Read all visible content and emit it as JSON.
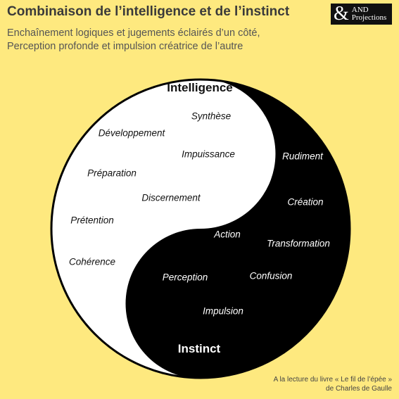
{
  "header": {
    "title": "Combinaison de l’intelligence et de l’instinct",
    "subtitle_line1": "Enchaînement logiques et jugements éclairés d’un côté,",
    "subtitle_line2": "Perception profonde et impulsion créatrice de l’autre"
  },
  "logo": {
    "symbol": "&",
    "line1": "AND",
    "line2": "Projections"
  },
  "diagram": {
    "top_label": "Intelligence",
    "bottom_label": "Instinct",
    "light_side_terms": [
      "Synthèse",
      "Développement",
      "Impuissance",
      "Préparation",
      "Discernement",
      "Prétention",
      "Cohérence"
    ],
    "dark_side_terms": [
      "Rudiment",
      "Création",
      "Action",
      "Transformation",
      "Confusion",
      "Perception",
      "Impulsion"
    ],
    "colors": {
      "light": "#FFFFFF",
      "dark": "#000000",
      "background": "#FEE97F"
    }
  },
  "credit": {
    "line1": "A la lecture du livre « Le fil de l’épée »",
    "line2": "de Charles de Gaulle"
  }
}
